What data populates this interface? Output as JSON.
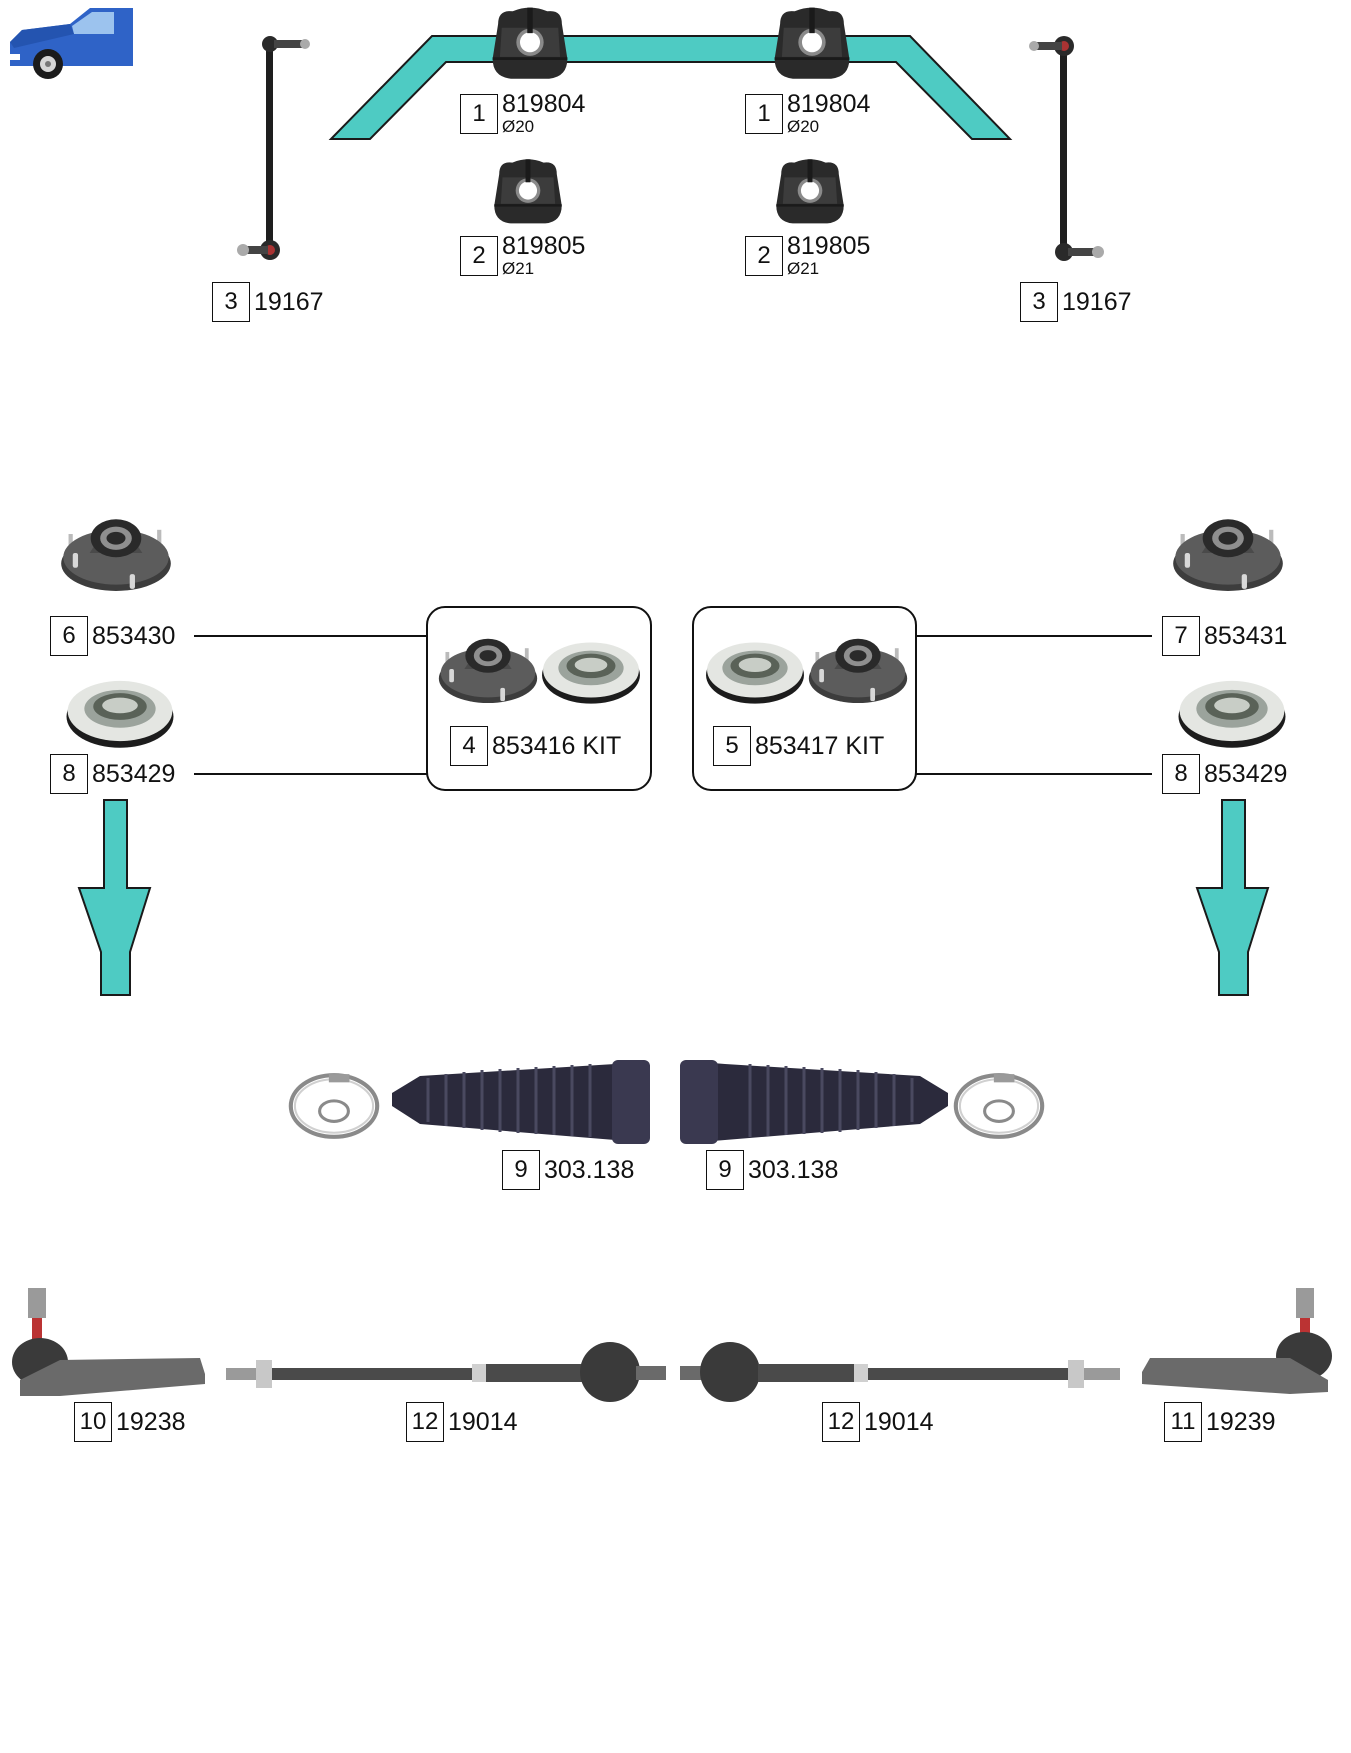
{
  "colors": {
    "accent": "#4ecbc3",
    "part_dark": "#2a2a2a",
    "part_mid": "#5b5b5b",
    "boot": "#2b2a3c",
    "car": "#2f63c7"
  },
  "icons": {
    "car": "car-icon"
  },
  "labels": {
    "l1a": {
      "num": "1",
      "code": "819804",
      "dia": "Ø20"
    },
    "l1b": {
      "num": "1",
      "code": "819804",
      "dia": "Ø20"
    },
    "l2a": {
      "num": "2",
      "code": "819805",
      "dia": "Ø21"
    },
    "l2b": {
      "num": "2",
      "code": "819805",
      "dia": "Ø21"
    },
    "l3a": {
      "num": "3",
      "code": "19167"
    },
    "l3b": {
      "num": "3",
      "code": "19167"
    },
    "l6": {
      "num": "6",
      "code": "853430"
    },
    "l8a": {
      "num": "8",
      "code": "853429"
    },
    "l4": {
      "num": "4",
      "code": "853416 KIT"
    },
    "l5": {
      "num": "5",
      "code": "853417 KIT"
    },
    "l7": {
      "num": "7",
      "code": "853431"
    },
    "l8b": {
      "num": "8",
      "code": "853429"
    },
    "l9a": {
      "num": "9",
      "code": "303.138"
    },
    "l9b": {
      "num": "9",
      "code": "303.138"
    },
    "l10": {
      "num": "10",
      "code": "19238"
    },
    "l12a": {
      "num": "12",
      "code": "19014"
    },
    "l12b": {
      "num": "12",
      "code": "19014"
    },
    "l11": {
      "num": "11",
      "code": "19239"
    }
  }
}
